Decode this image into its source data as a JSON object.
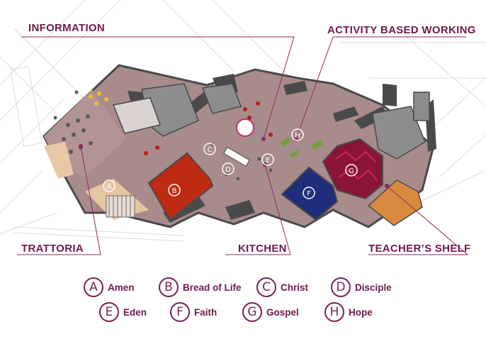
{
  "callouts": {
    "information": "INFORMATION",
    "activity_based_working": "ACTIVITY BASED WORKING",
    "trattoria": "TRATTORIA",
    "kitchen": "KITCHEN",
    "teachers_shelf": "TEACHER’S SHELF"
  },
  "rooms": [
    {
      "key": "A",
      "name": "Amen",
      "color": "#b08e8e"
    },
    {
      "key": "B",
      "name": "Bread of Life",
      "color": "#bf2b12"
    },
    {
      "key": "C",
      "name": "Christ",
      "color": "#a88b8b"
    },
    {
      "key": "D",
      "name": "Disciple",
      "color": "#a88b8b"
    },
    {
      "key": "E",
      "name": "Eden",
      "color": "#a88b8b"
    },
    {
      "key": "F",
      "name": "Faith",
      "color": "#1e2e7a"
    },
    {
      "key": "G",
      "name": "Gospel",
      "color": "#8a1436"
    },
    {
      "key": "H",
      "name": "Hope",
      "color": "#a88b8b"
    }
  ],
  "colors": {
    "accent": "#7a1f56",
    "callout_line": "#8a2a5f",
    "floor": "#a88b8b",
    "wall": "#4a4a4a"
  }
}
